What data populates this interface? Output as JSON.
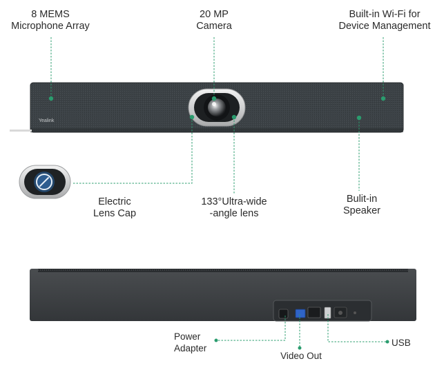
{
  "callouts": {
    "mic_array": [
      "8 MEMS",
      "Microphone Array"
    ],
    "camera": [
      "20 MP",
      "Camera"
    ],
    "wifi": [
      "Built-in Wi-Fi for",
      "Device Management"
    ],
    "lens_cap": [
      "Electric",
      "Lens Cap"
    ],
    "lens_angle": [
      "133°Ultra-wide",
      "-angle lens"
    ],
    "speaker": [
      "Bulit-in",
      "Speaker"
    ],
    "power": [
      "Power",
      "Adapter"
    ],
    "video_out": "Video Out",
    "usb": "USB"
  },
  "brand_logo": "Yealink",
  "colors": {
    "callout_line": "#2a9c6e",
    "device_body": "#3b4145",
    "device_back": "#3a3d40"
  }
}
